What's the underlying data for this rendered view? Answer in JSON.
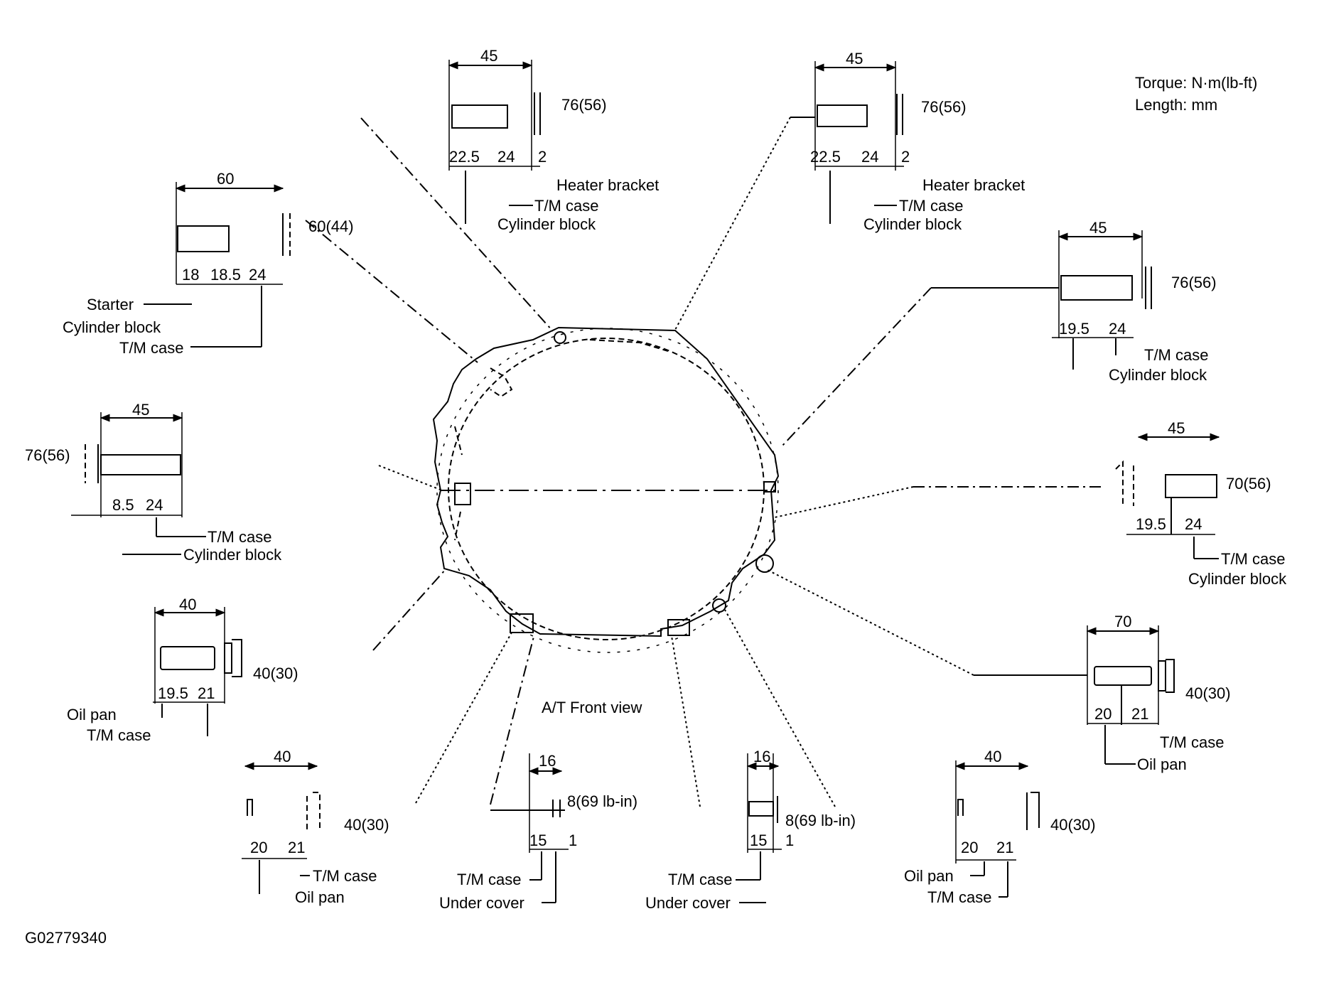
{
  "legend": {
    "torque": "Torque: N·m(lb-ft)",
    "length": "Length: mm"
  },
  "view_label": "A/T Front view",
  "figure_id": "G02779340",
  "bolts": {
    "top_left": {
      "length": "45",
      "torque": "76(56)",
      "dims": [
        "22.5",
        "24",
        "2"
      ],
      "labels": [
        "Heater bracket",
        "T/M case",
        "Cylinder block"
      ]
    },
    "top_right": {
      "length": "45",
      "torque": "76(56)",
      "dims": [
        "22.5",
        "24",
        "2"
      ],
      "labels": [
        "Heater bracket",
        "T/M case",
        "Cylinder block"
      ]
    },
    "starter": {
      "length": "60",
      "torque": "60(44)",
      "dims": [
        "18",
        "18.5",
        "24"
      ],
      "labels": [
        "Starter",
        "Cylinder block",
        "T/M case"
      ]
    },
    "right_upper": {
      "length": "45",
      "torque": "76(56)",
      "dims": [
        "19.5",
        "24"
      ],
      "labels": [
        "T/M case",
        "Cylinder block"
      ]
    },
    "left_mid": {
      "length": "45",
      "torque": "76(56)",
      "dims": [
        "8.5",
        "24"
      ],
      "labels": [
        "T/M case",
        "Cylinder block"
      ]
    },
    "right_mid": {
      "length": "45",
      "torque": "70(56)",
      "dims": [
        "19.5",
        "24"
      ],
      "labels": [
        "T/M case",
        "Cylinder block"
      ]
    },
    "left_lower": {
      "length": "40",
      "torque": "40(30)",
      "dims": [
        "19.5",
        "21"
      ],
      "labels": [
        "Oil pan",
        "T/M case"
      ]
    },
    "right_lower": {
      "length": "70",
      "torque": "40(30)",
      "dims": [
        "20",
        "21"
      ],
      "labels": [
        "T/M case",
        "Oil pan"
      ]
    },
    "bottom_left": {
      "length": "40",
      "torque": "40(30)",
      "dims": [
        "20",
        "21"
      ],
      "labels": [
        "T/M case",
        "Oil pan"
      ]
    },
    "bottom_center_left": {
      "length": "16",
      "torque": "8(69 lb-in)",
      "dims": [
        "15",
        "1"
      ],
      "labels": [
        "T/M case",
        "Under cover"
      ]
    },
    "bottom_center_right": {
      "length": "16",
      "torque": "8(69 lb-in)",
      "dims": [
        "15",
        "1"
      ],
      "labels": [
        "T/M case",
        "Under cover"
      ]
    },
    "bottom_right": {
      "length": "40",
      "torque": "40(30)",
      "dims": [
        "20",
        "21"
      ],
      "labels": [
        "Oil pan",
        "T/M case"
      ]
    }
  }
}
